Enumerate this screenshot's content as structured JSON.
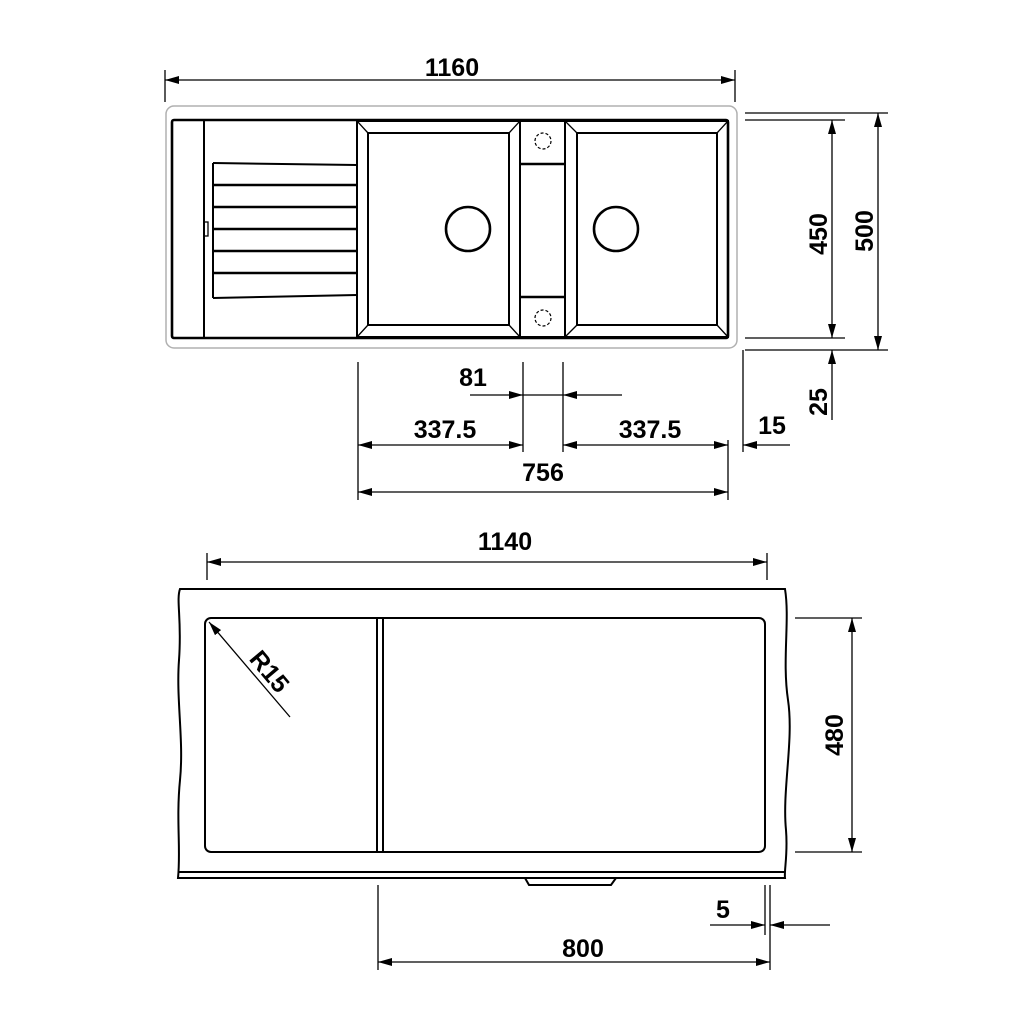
{
  "top_view": {
    "overall_width": "1160",
    "bowl_depth": "450",
    "overall_depth": "500",
    "front_offset": "25",
    "divider_width": "81",
    "bowl_left_width": "337.5",
    "bowl_right_width": "337.5",
    "edge_offset": "15",
    "bowls_total_width": "756"
  },
  "cutout_view": {
    "cutout_width": "1140",
    "corner_radius": "R15",
    "cutout_depth": "480",
    "bowl_section_width": "800",
    "edge_offset": "5"
  },
  "colors": {
    "line": "#000000",
    "outline": "#b0b0b0",
    "background": "#ffffff"
  }
}
